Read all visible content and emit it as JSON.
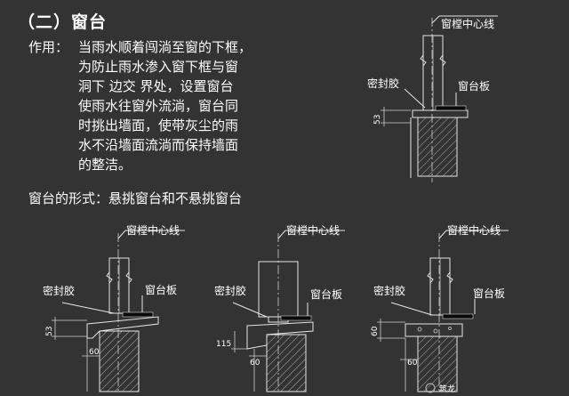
{
  "section_title": "（二）窗台",
  "purpose_label": "作用：",
  "purpose_lines": [
    "当雨水顺着闯淌至窗的下框，",
    "为防止雨水渗入窗下框与窗",
    "洞下 边交 界处，设置窗台",
    "使雨水往窗外流淌，窗台同",
    "时挑出墙面，使带灰尘的雨",
    "水不沿墙面流淌而保持墙面",
    "的整洁。"
  ],
  "forms_text": "窗台的形式：悬挑窗台和不悬挑窗台",
  "diagrams": [
    {
      "centerline": "窗樘中心线",
      "seal": "密封胶",
      "sill": "窗台板",
      "dims": [
        "53"
      ]
    },
    {
      "centerline": "窗樘中心线",
      "seal": "密封胶",
      "sill": "窗台板",
      "dims": [
        "53",
        "60"
      ]
    },
    {
      "centerline": "窗樘中心线",
      "seal": "密封胶",
      "sill": "窗台板",
      "dims": [
        "115",
        "60"
      ]
    },
    {
      "centerline": "窗樘中心线",
      "seal": "密封胶",
      "sill": "窗台板",
      "dims": [
        "60",
        "60"
      ]
    }
  ],
  "watermark": "筑龙"
}
